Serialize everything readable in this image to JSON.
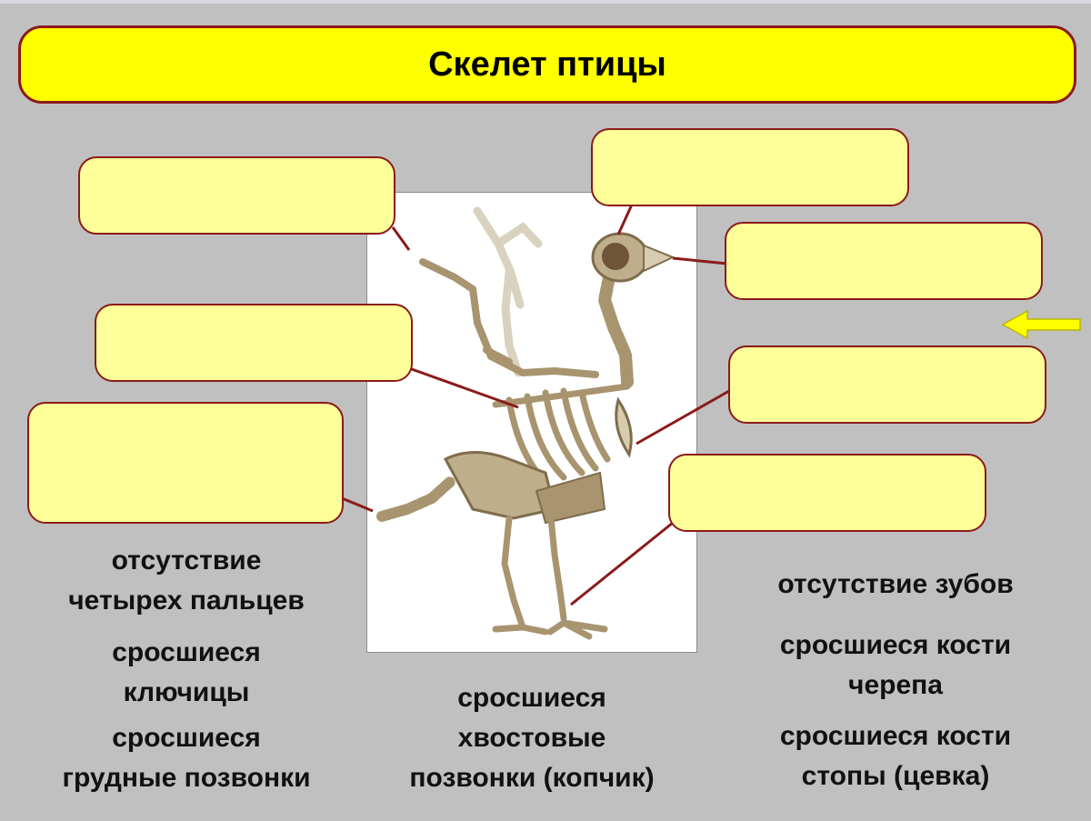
{
  "title": "Скелет птицы",
  "captions": {
    "left_1_line1": "отсутствие",
    "left_1_line2": "четырех пальцев",
    "left_2_line1": "сросшиеся",
    "left_2_line2": "ключицы",
    "left_3_line1": "сросшиеся",
    "left_3_line2": "грудные позвонки",
    "center_line1": "сросшиеся",
    "center_line2": "хвостовые",
    "center_line3": "позвонки (копчик)",
    "right_1_line1": "отсутствие зубов",
    "right_2_line1": "сросшиеся кости",
    "right_2_line2": "черепа",
    "right_3_line1": "сросшиеся кости",
    "right_3_line2": "стопы (цевка)"
  },
  "colors": {
    "background": "#c0c0c0",
    "title_fill": "#ffff00",
    "box_fill": "#ffff99",
    "border": "#8b1a1a",
    "arrow": "#ffff00"
  }
}
